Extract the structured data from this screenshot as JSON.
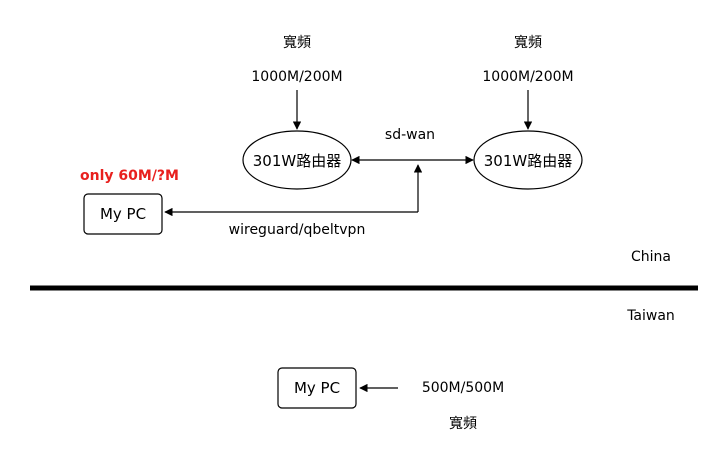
{
  "diagram": {
    "colors": {
      "stroke": "#000000",
      "warning": "#e8201e",
      "background": "#ffffff"
    },
    "china_side": {
      "left_broadband": {
        "label": "寬頻",
        "speed": "1000M/200M"
      },
      "right_broadband": {
        "label": "寬頻",
        "speed": "1000M/200M"
      },
      "left_router": "301W路由器",
      "right_router": "301W路由器",
      "link_label": "sd-wan",
      "pc": "My PC",
      "pc_speed_warning": "only 60M/?M",
      "vpn_label": "wireguard/qbeltvpn",
      "region_label": "China"
    },
    "taiwan_side": {
      "region_label": "Taiwan",
      "pc": "My PC",
      "speed": "500M/500M",
      "broadband_label": "寬頻"
    }
  }
}
